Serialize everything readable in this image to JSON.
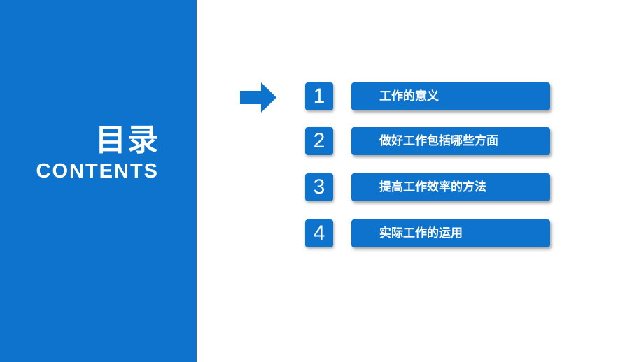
{
  "colors": {
    "primary": "#0e73cc",
    "background": "#ffffff",
    "text_on_primary": "#ffffff"
  },
  "sidebar": {
    "title_cn": "目录",
    "title_en": "CONTENTS"
  },
  "pointer": {
    "icon": "right-arrow-icon"
  },
  "toc": {
    "items": [
      {
        "number": "1",
        "label": "工作的意义"
      },
      {
        "number": "2",
        "label": "做好工作包括哪些方面"
      },
      {
        "number": "3",
        "label": "提高工作效率的方法"
      },
      {
        "number": "4",
        "label": "实际工作的运用"
      }
    ]
  }
}
